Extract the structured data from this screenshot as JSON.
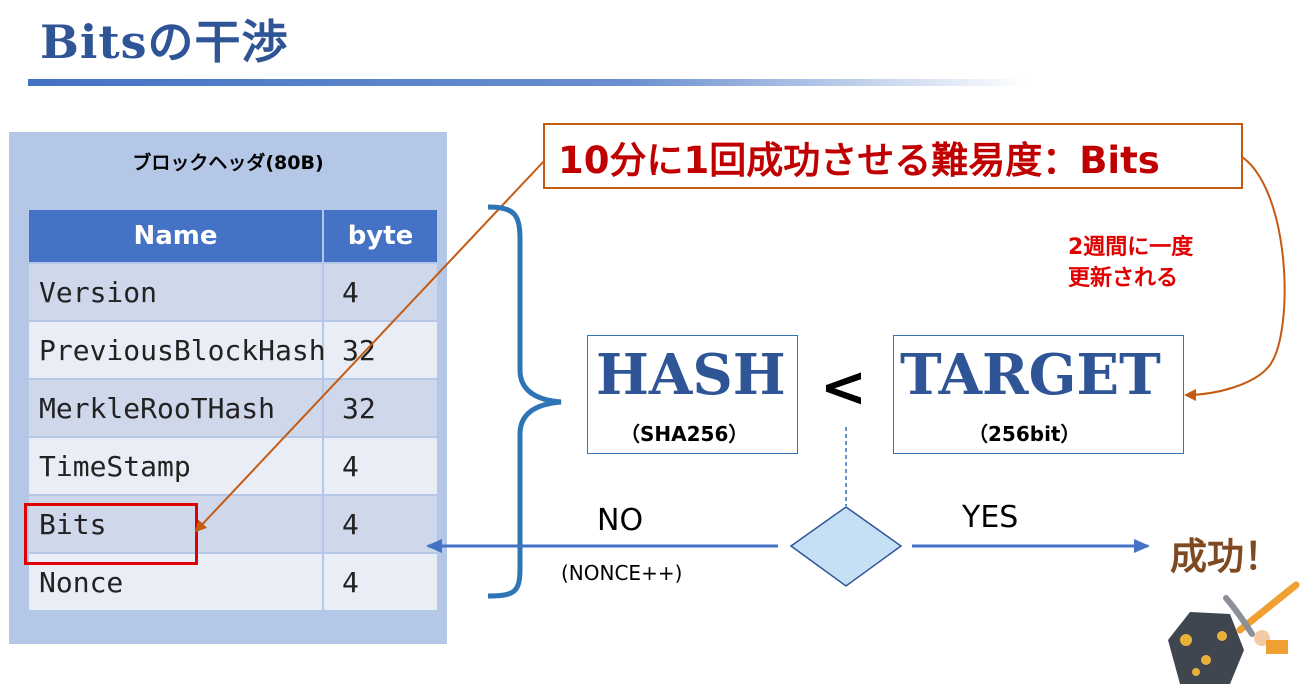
{
  "title": "Bitsの干渉",
  "block_header": {
    "caption": "ブロックヘッダ(80B)",
    "columns": [
      "Name",
      "byte"
    ],
    "rows": [
      {
        "name": "Version",
        "byte": "4"
      },
      {
        "name": "PreviousBlockHash",
        "byte": "32"
      },
      {
        "name": "MerkleRooTHash",
        "byte": "32"
      },
      {
        "name": "TimeStamp",
        "byte": "4"
      },
      {
        "name": "Bits",
        "byte": "4"
      },
      {
        "name": "Nonce",
        "byte": "4"
      }
    ],
    "highlighted_row": "Bits"
  },
  "difficulty_label": "10分に1回成功させる難易度：Bits",
  "update_note": [
    "2週間に一度",
    "更新される"
  ],
  "hash": {
    "label": "HASH",
    "sub": "（SHA256）"
  },
  "comparison": "<",
  "target": {
    "label": "TARGET",
    "sub": "（256bit）"
  },
  "decision": {
    "no": "NO",
    "no_action": "(NONCE++)",
    "yes": "YES",
    "result": "成功！"
  },
  "colors": {
    "title": "#2f5597",
    "accent_red": "#c00000",
    "arrow_brown": "#c55a11",
    "flow_blue": "#4472c4",
    "diamond_fill": "#c5e0f5"
  }
}
